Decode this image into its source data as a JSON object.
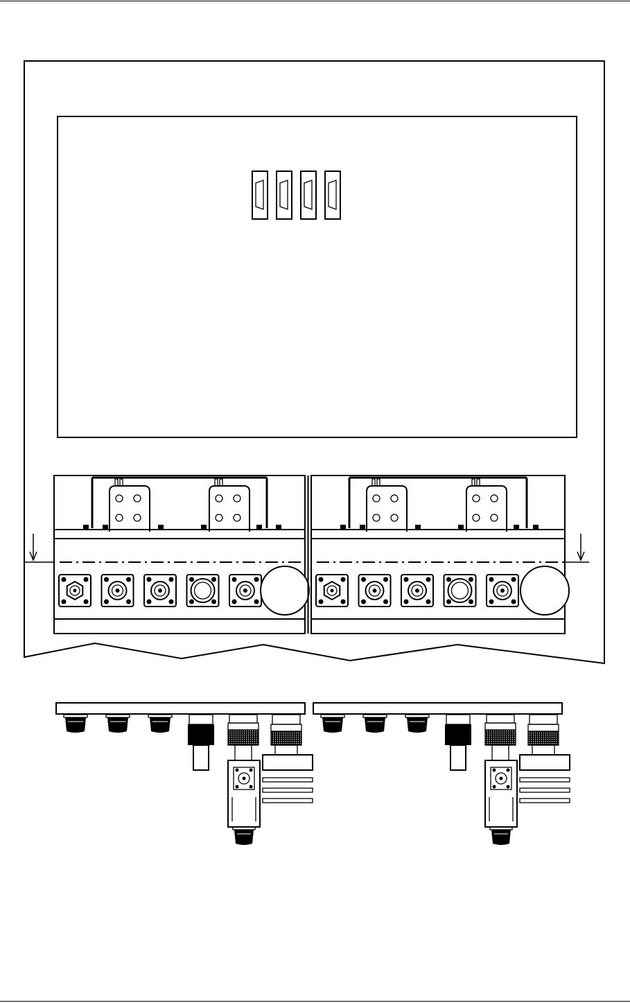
{
  "drawing": {
    "colors": {
      "line": "#000000",
      "paper": "#ffffff",
      "hatch": "#000000"
    },
    "upper_connector_count": 4,
    "front_panels": [
      {
        "connectors": [
          "hex",
          "square",
          "square",
          "round",
          "square"
        ]
      },
      {
        "connectors": [
          "hex",
          "square",
          "square",
          "round",
          "square"
        ]
      }
    ],
    "bottom_assemblies": 2,
    "section_arrows": 2
  }
}
